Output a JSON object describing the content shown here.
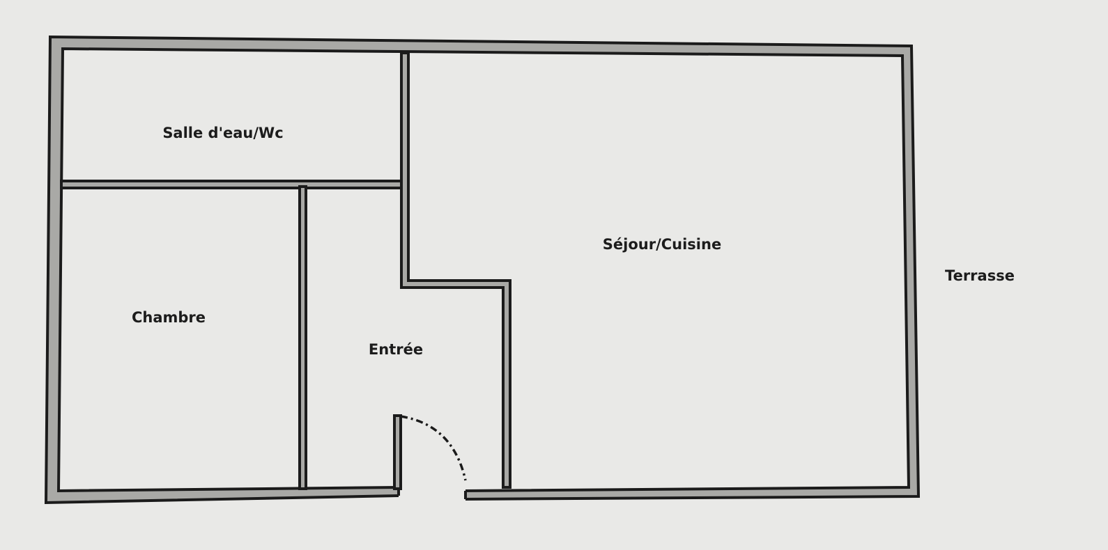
{
  "plan": {
    "rooms": {
      "salle_eau": "Salle d'eau/Wc",
      "sejour": "Séjour/Cuisine",
      "chambre": "Chambre",
      "entree": "Entrée",
      "terrasse": "Terrasse"
    },
    "colors": {
      "background": "#e9e9e7",
      "wall_fill": "#a9a9a6",
      "wall_line": "#1b1b1b",
      "label": "#1c1c1c"
    }
  }
}
